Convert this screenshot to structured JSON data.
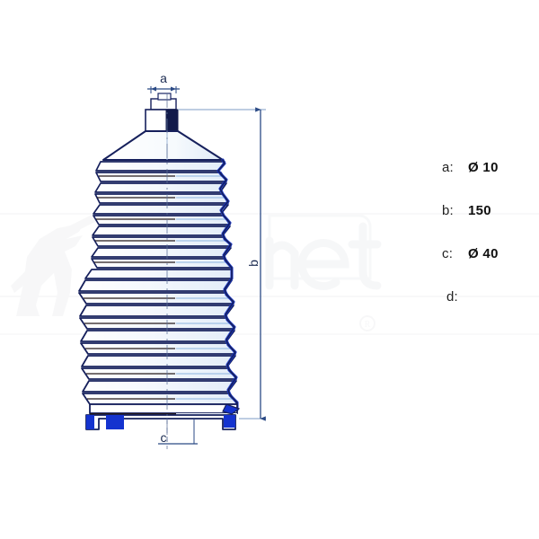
{
  "document": {
    "type": "technical-drawing",
    "subject": "bellows boot cross-section",
    "background_color": "#ffffff"
  },
  "watermark": {
    "text": "net",
    "symbol": "®",
    "logo": "kangaroo-logo",
    "color": "#f0f1f3"
  },
  "drawing": {
    "title": "bellows-boot",
    "colors": {
      "outline_dark": "#16205c",
      "outline_mid": "#1f2f7a",
      "accent_blue": "#1433cf",
      "fill_light": "#eef4fb",
      "dim_line": "#3a5a99"
    },
    "callouts": [
      {
        "id": "a",
        "label": "a",
        "position": "top"
      },
      {
        "id": "b",
        "label": "b",
        "position": "right"
      },
      {
        "id": "c",
        "label": "c",
        "position": "bottom"
      }
    ]
  },
  "legend": {
    "rows": [
      {
        "key": "a:",
        "value": "Ø 10"
      },
      {
        "key": "b:",
        "value": "150"
      },
      {
        "key": "c:",
        "value": "Ø 40"
      },
      {
        "key": "d:",
        "value": ""
      }
    ]
  }
}
